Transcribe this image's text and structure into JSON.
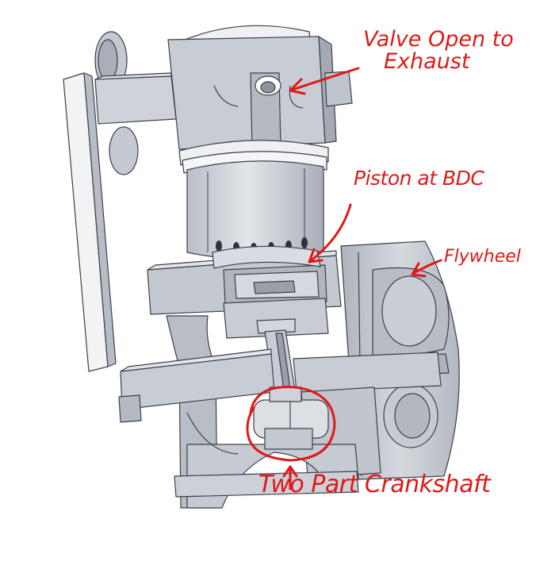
{
  "annotations": {
    "valve_line1": "Valve Open to",
    "valve_line2": "Exhaust",
    "piston": "Piston at BDC",
    "flywheel": "Flywheel",
    "crankshaft": "Two Part Crankshaft"
  },
  "colors": {
    "annotation": "#e01818",
    "metal_face": "#c8ccd4",
    "metal_light": "#dde0e6",
    "metal_dark": "#9aa0aa",
    "edge": "#3c4048",
    "glass": "#eef0f3"
  }
}
